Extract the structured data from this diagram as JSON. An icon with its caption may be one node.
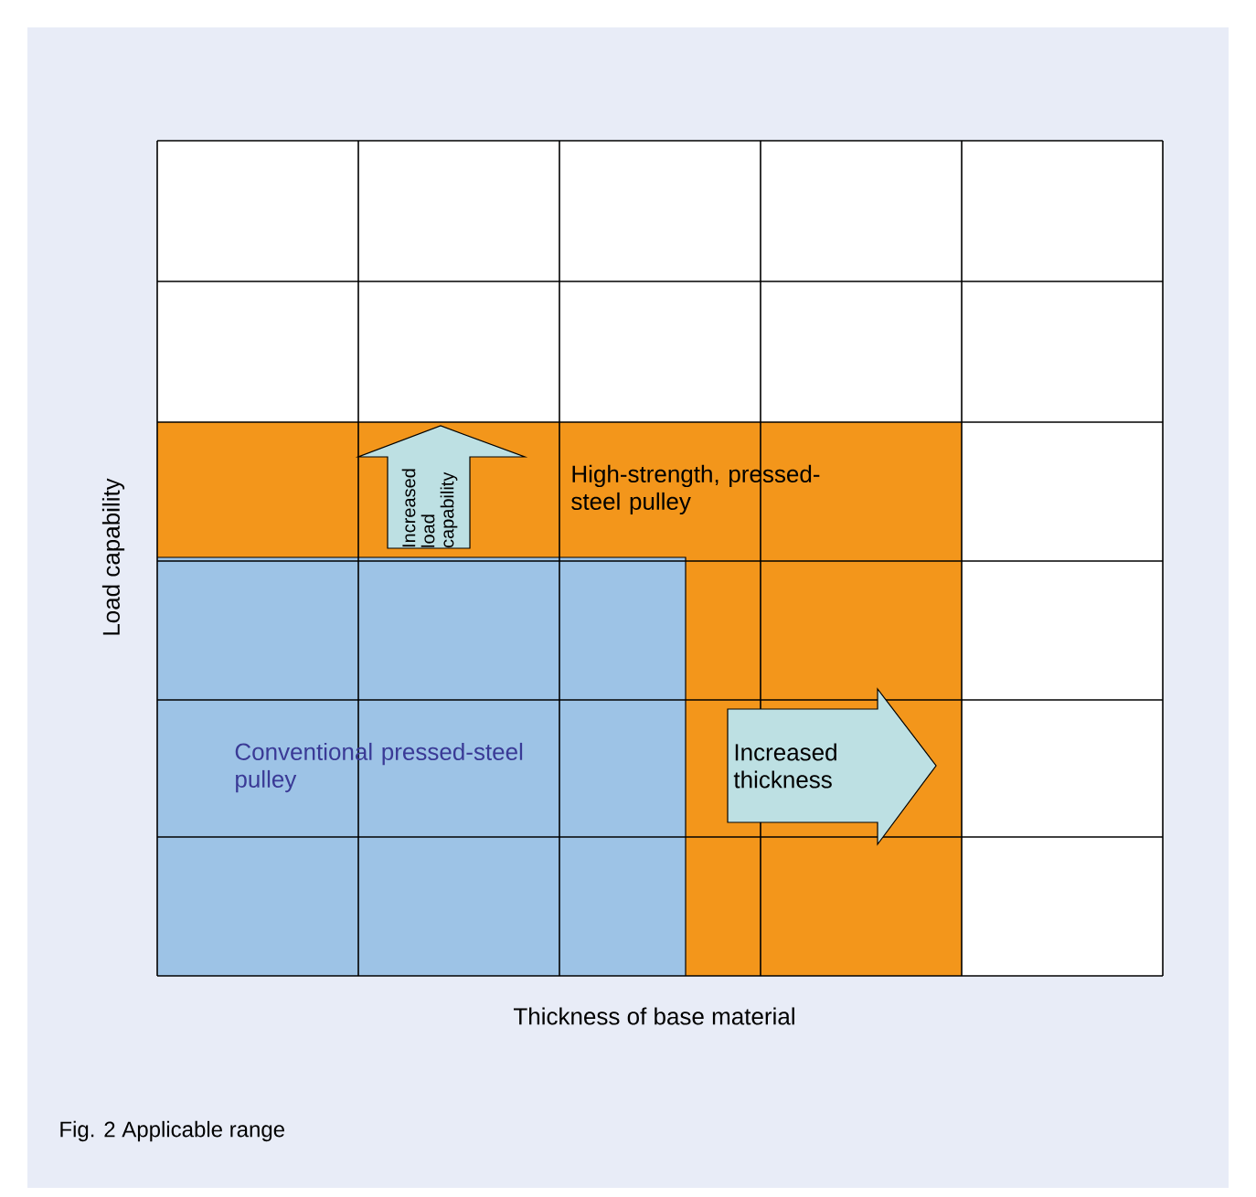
{
  "diagram": {
    "caption": "Fig. 2  Applicable range",
    "nodes": [
      {
        "text": [
          "High-strength, pressed-steel pulley"
        ]
      },
      {
        "text": [
          "Conventional pressed-steel pulley"
        ],
        "in": 0
      },
      {
        "text": [
          "Increased load capability"
        ],
        "in": 0
      },
      {
        "text": [
          "Increased thickness"
        ],
        "in": 0
      }
    ],
    "labels": [
      "Load capability",
      "Thickness of base material"
    ]
  }
}
